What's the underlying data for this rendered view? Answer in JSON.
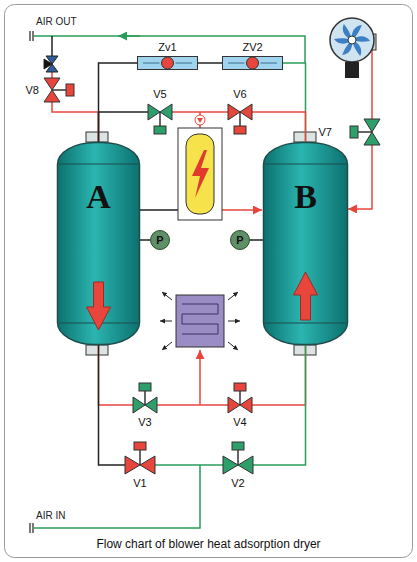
{
  "diagram": {
    "caption": "Flow chart of blower heat adsorption dryer",
    "nodes": [
      {
        "text": [
          "Zv1"
        ]
      },
      {
        "text": [
          "ZV2"
        ]
      },
      {
        "text": [
          "V8"
        ]
      },
      {
        "text": [
          "V5"
        ]
      },
      {
        "text": [
          "V6"
        ]
      },
      {
        "text": [
          "V7"
        ]
      },
      {
        "text": [
          "A"
        ]
      },
      {
        "text": [
          "P"
        ]
      },
      {
        "text": [
          "P"
        ]
      },
      {
        "text": [
          "B"
        ]
      },
      {
        "text": [
          "V3"
        ]
      },
      {
        "text": [
          "V4"
        ]
      },
      {
        "text": [
          "V1"
        ]
      },
      {
        "text": [
          "V2"
        ]
      }
    ],
    "edges": [
      {
        "from": 0,
        "to": 1,
        "arrow": "none"
      },
      {
        "from": 6,
        "to": 0,
        "arrow": "none"
      },
      {
        "from": 1,
        "to": 9,
        "arrow": "none"
      },
      {
        "from": 6,
        "to": 2,
        "arrow": "none"
      },
      {
        "from": 6,
        "to": 3,
        "arrow": "none"
      },
      {
        "from": 3,
        "to": 4,
        "arrow": "none"
      },
      {
        "from": 4,
        "to": 9,
        "arrow": "none"
      },
      {
        "from": 5,
        "to": 9,
        "arrow": "to"
      },
      {
        "from": 6,
        "to": 7,
        "arrow": "none"
      },
      {
        "from": 8,
        "to": 9,
        "arrow": "none"
      },
      {
        "from": 6,
        "to": 10,
        "arrow": "none"
      },
      {
        "from": 10,
        "to": 11,
        "arrow": "none"
      },
      {
        "from": 11,
        "to": 9,
        "arrow": "none"
      },
      {
        "from": 6,
        "to": 12,
        "arrow": "none"
      },
      {
        "from": 12,
        "to": 13,
        "arrow": "none"
      },
      {
        "from": 13,
        "to": 9,
        "arrow": "none"
      }
    ],
    "labels": [
      "AIR OUT",
      "AIR IN"
    ]
  }
}
